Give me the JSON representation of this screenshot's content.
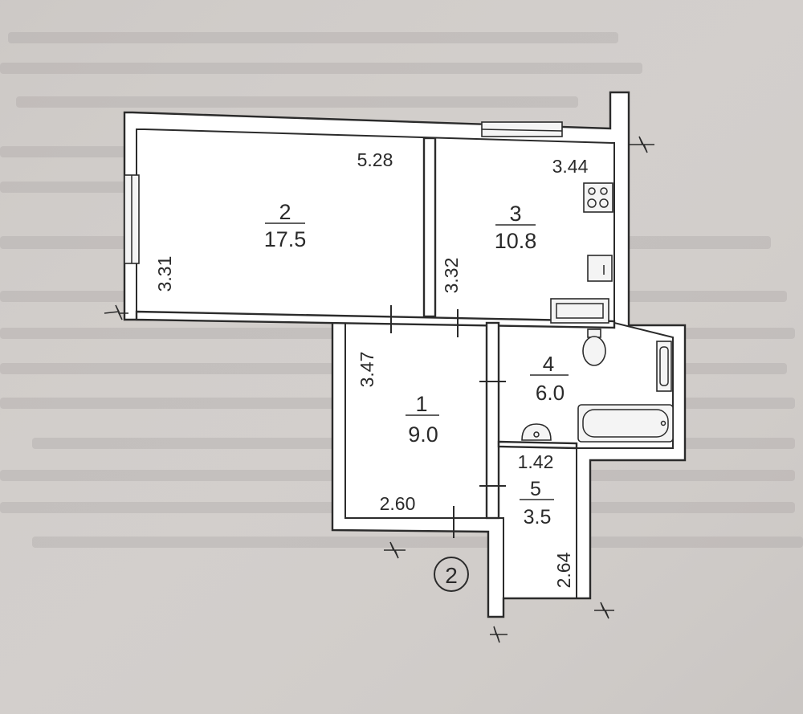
{
  "plan": {
    "rooms": [
      {
        "number": "2",
        "area": "17.5"
      },
      {
        "number": "3",
        "area": "10.8"
      },
      {
        "number": "1",
        "area": "9.0"
      },
      {
        "number": "4",
        "area": "6.0"
      },
      {
        "number": "5",
        "area": "3.5"
      }
    ],
    "dimensions": {
      "room2_width": "5.28",
      "room2_depth": "3.31",
      "room3_width": "3.44",
      "room3_depth": "3.32",
      "room1_depth": "3.47",
      "room1_width": "2.60",
      "room5_width": "1.42",
      "room5_depth": "2.64"
    },
    "section_marker": "2"
  }
}
